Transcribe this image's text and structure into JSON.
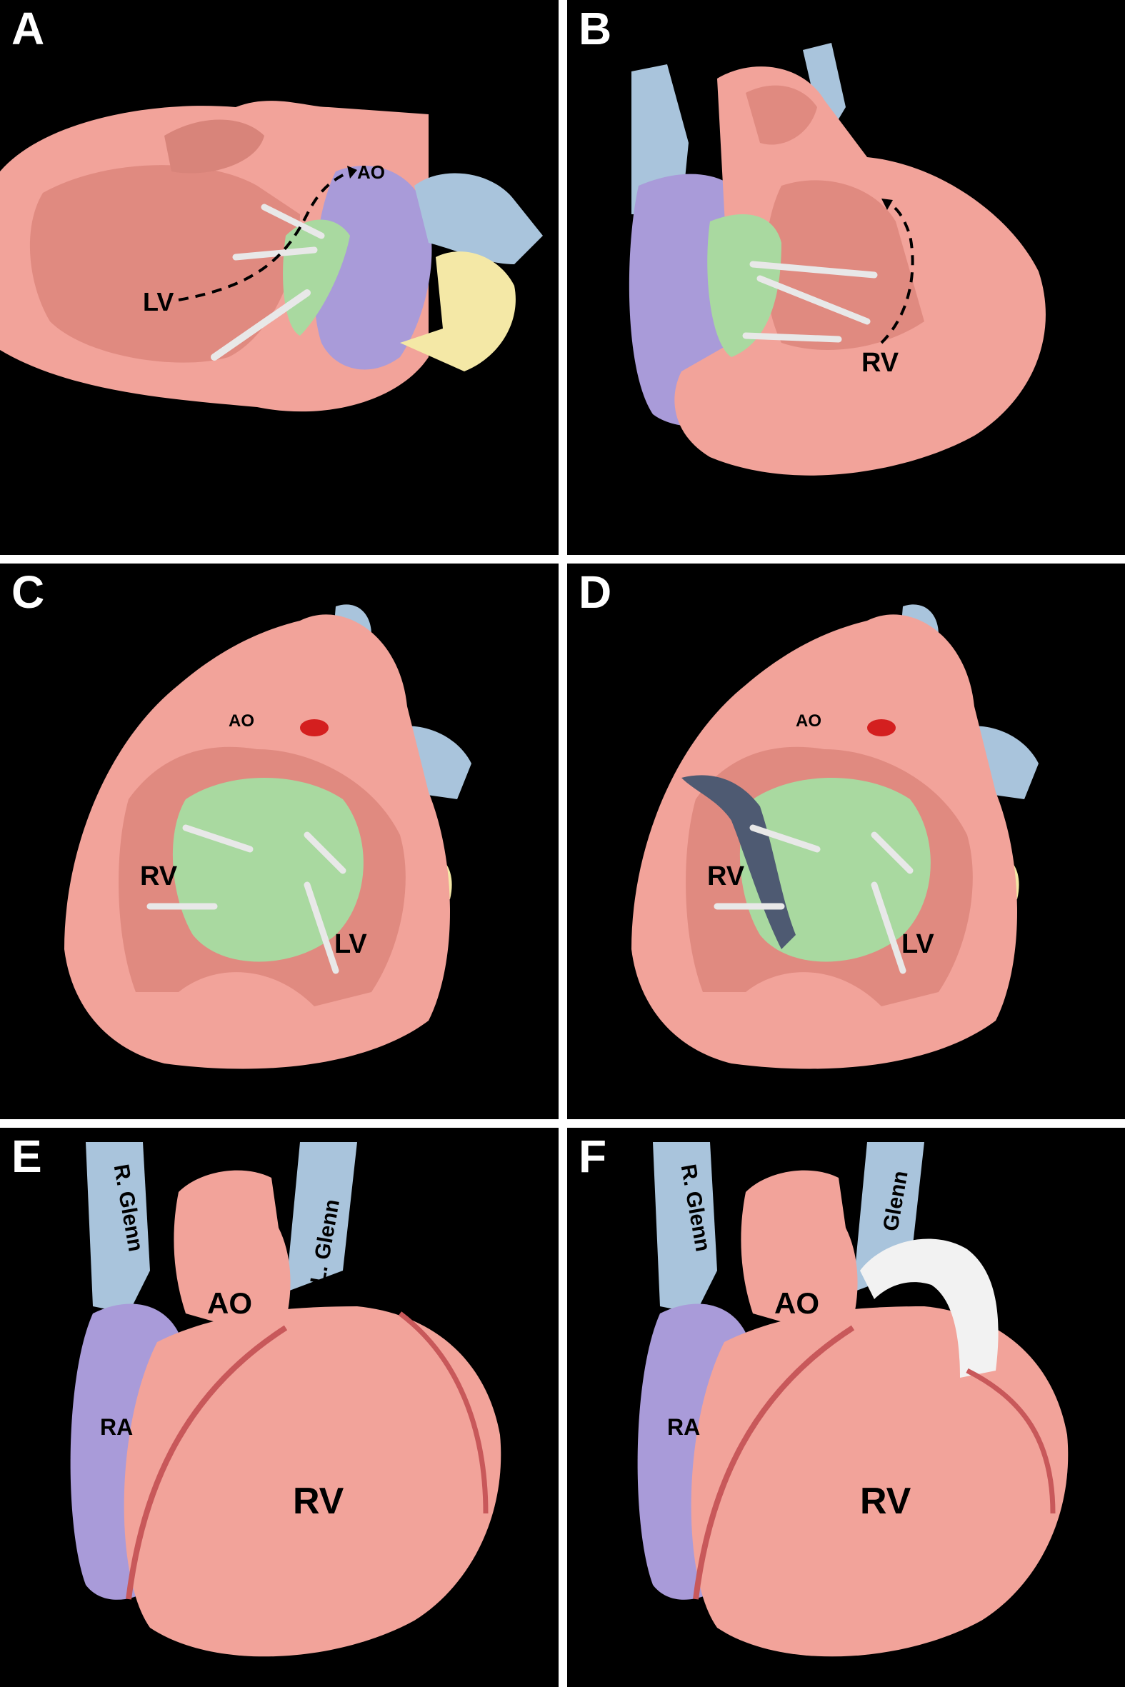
{
  "panels": [
    {
      "id": "A",
      "letter": "A",
      "labels": {
        "ao": "AO",
        "lv": "LV"
      }
    },
    {
      "id": "B",
      "letter": "B",
      "labels": {
        "rv": "RV"
      }
    },
    {
      "id": "C",
      "letter": "C",
      "labels": {
        "ao": "AO",
        "rv": "RV",
        "lv": "LV"
      }
    },
    {
      "id": "D",
      "letter": "D",
      "labels": {
        "ao": "AO",
        "rv": "RV",
        "lv": "LV"
      }
    },
    {
      "id": "E",
      "letter": "E",
      "labels": {
        "rglenn": "R. Glenn",
        "lglenn": "L. Glenn",
        "ao": "AO",
        "ra": "RA",
        "rv": "RV"
      }
    },
    {
      "id": "F",
      "letter": "F",
      "labels": {
        "rglenn": "R. Glenn",
        "lglenn": "Glenn",
        "ao": "AO",
        "ra": "RA",
        "rv": "RV"
      }
    }
  ],
  "colors": {
    "background": "#000000",
    "divider": "#ffffff",
    "myocardium": "#f2a39a",
    "myocardium_dark": "#e08a80",
    "vessel_blue": "#a9c4dc",
    "atrium_purple": "#a99bd9",
    "yellow": "#f4e8a6",
    "green": "#a9d9a0",
    "rod": "#e8e8e8",
    "patch": "#4e5a72",
    "conduit": "#f2f2f2",
    "coronary": "#c8585a"
  }
}
